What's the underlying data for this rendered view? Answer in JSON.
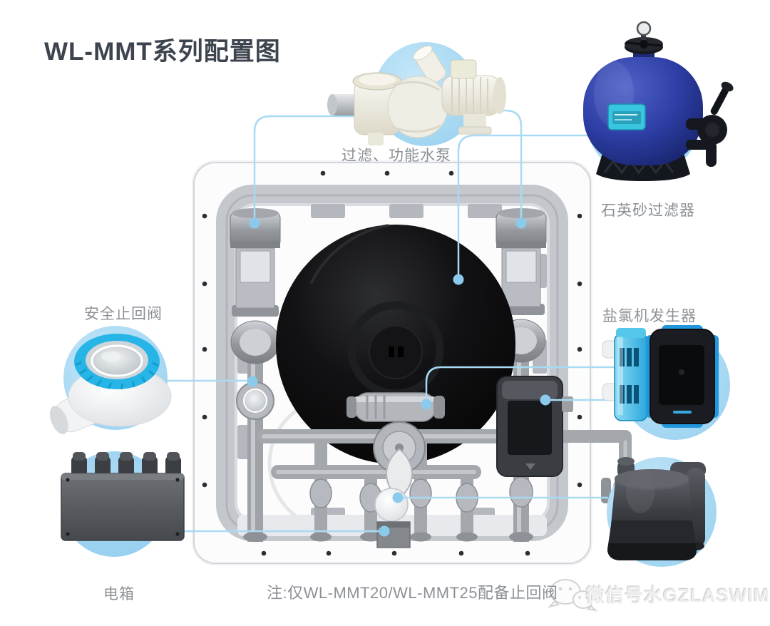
{
  "title": "WL-MMT系列配置图",
  "callouts": {
    "pump": "过滤、功能水泵",
    "sand_filter": "石英砂过滤器",
    "check_valve": "安全止回阀",
    "chlorinator": "盐氯机发生器",
    "electric_box": "电箱"
  },
  "note": "注:仅WL-MMT20/WL-MMT25配备止回阀",
  "watermark": "微信号水GZLASWIM",
  "colors": {
    "title_text": "#3d444e",
    "label_text": "#8d9196",
    "callout_circle": "#a8d9f3",
    "callout_line": "#a9daf3",
    "callout_dot": "#8ccaec",
    "filter_tank_blue": "#2c3da3",
    "check_valve_ring_blue": "#27b4e6",
    "chlorinator_blue": "#2298dc"
  }
}
